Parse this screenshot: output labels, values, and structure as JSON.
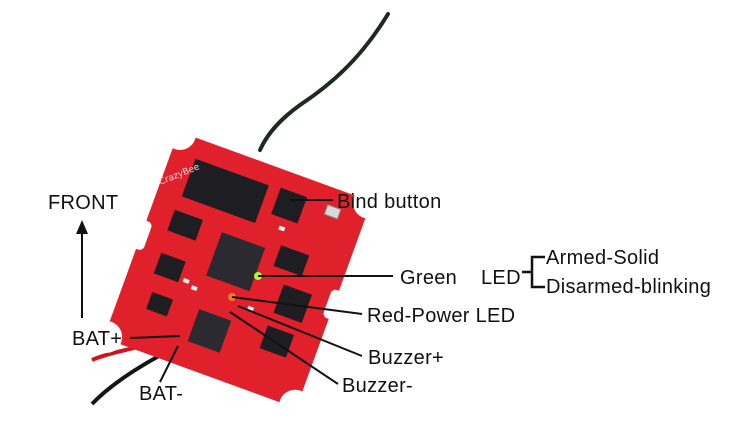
{
  "labels": {
    "front": "FRONT",
    "bind_button": "Bind button",
    "green": "Green",
    "led": "LED",
    "armed": "Armed-Solid",
    "disarmed": "Disarmed-blinking",
    "red_power_led": "Red-Power LED",
    "buzzer_plus": "Buzzer+",
    "buzzer_minus": "Buzzer-",
    "bat_plus": "BAT+",
    "bat_minus": "BAT-"
  },
  "board_marking": "CrazyBee",
  "colors": {
    "pcb": "#e0202a",
    "pcb_dark": "#b5141d",
    "chip": "#1e1e22",
    "antenna": "#1d2a22",
    "green_led": "#9dff3a",
    "red_led": "#ff7a1a",
    "line": "#111111"
  }
}
